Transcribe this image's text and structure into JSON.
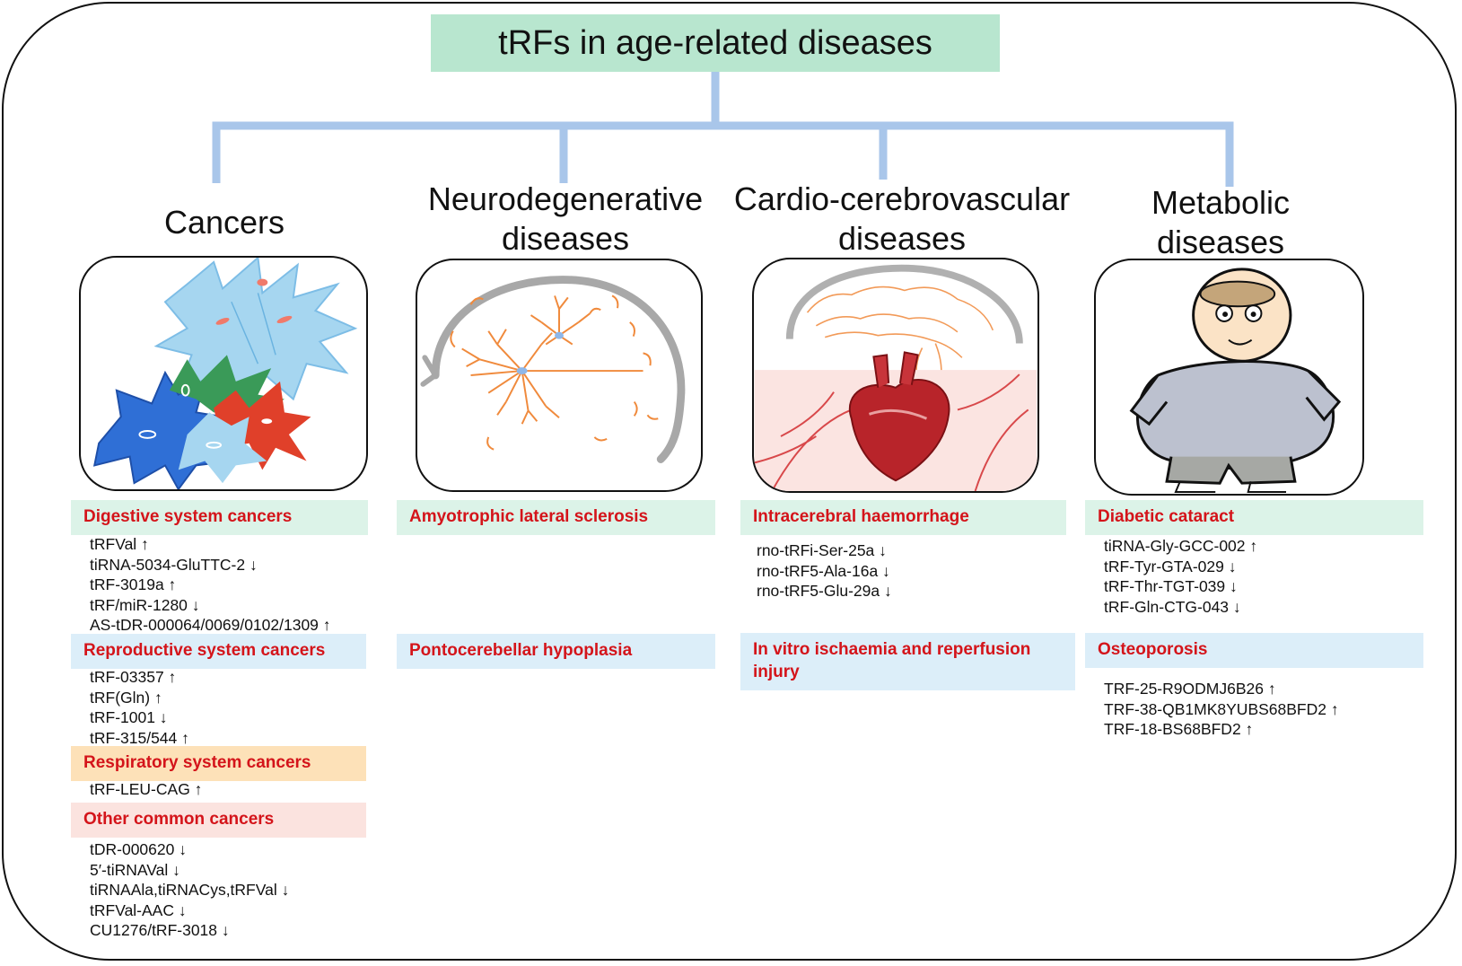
{
  "title": "tRFs in age-related diseases",
  "colors": {
    "connector": "#a9c6ea",
    "title_bg": "#b8e6cf",
    "heading_red": "#d4141a"
  },
  "categories": [
    {
      "title_lines": [
        "Cancers"
      ],
      "image": "cancer-cells-illustration",
      "groups": [
        {
          "heading": "Digestive system cancers",
          "style": "green",
          "items": [
            "tRFVal ↑",
            "tiRNA-5034-GluTTC-2 ↓",
            "tRF-3019a ↑",
            "tRF/miR-1280 ↓",
            "AS-tDR-000064/0069/0102/1309 ↑"
          ]
        },
        {
          "heading": "Reproductive system cancers",
          "style": "blue",
          "items": [
            "tRF-03357 ↑",
            "tRF(Gln) ↑",
            "tRF-1001 ↓",
            "tRF-315/544 ↑"
          ]
        },
        {
          "heading": "Respiratory system cancers",
          "style": "orange",
          "items": [
            "tRF-LEU-CAG ↑"
          ]
        },
        {
          "heading": "Other common cancers",
          "style": "pink",
          "items": [
            "tDR-000620 ↓",
            "5′-tiRNAVal ↓",
            "tiRNAAla,tiRNACys,tRFVal ↓",
            "tRFVal-AAC ↓",
            "CU1276/tRF-3018 ↓"
          ]
        }
      ]
    },
    {
      "title_lines": [
        "Neurodegenerative",
        "diseases"
      ],
      "image": "brain-neuron-illustration",
      "groups": [
        {
          "heading": "Amyotrophic lateral sclerosis",
          "style": "green",
          "items": []
        },
        {
          "heading": "Pontocerebellar hypoplasia",
          "style": "blue",
          "items": []
        }
      ]
    },
    {
      "title_lines": [
        "Cardio-cerebrovascular",
        "diseases"
      ],
      "image": "brain-heart-illustration",
      "groups": [
        {
          "heading": "Intracerebral haemorrhage",
          "style": "green",
          "items": [
            "rno-tRFi-Ser-25a ↓",
            "rno-tRF5-Ala-16a ↓",
            "rno-tRF5-Glu-29a ↓"
          ]
        },
        {
          "heading_lines": [
            "In vitro ischaemia and reperfusion",
            "injury"
          ],
          "style": "blue",
          "items": []
        }
      ]
    },
    {
      "title_lines": [
        "Metabolic",
        "diseases"
      ],
      "image": "obese-man-illustration",
      "groups": [
        {
          "heading": "Diabetic cataract",
          "style": "green",
          "items": [
            "tiRNA-Gly-GCC-002 ↑",
            "tRF-Tyr-GTA-029 ↓",
            "tRF-Thr-TGT-039 ↓",
            "tRF-Gln-CTG-043 ↓"
          ]
        },
        {
          "heading": "Osteoporosis",
          "style": "blue",
          "items": [
            "TRF-25-R9ODMJ6B26 ↑",
            "TRF-38-QB1MK8YUBS68BFD2 ↑",
            "TRF-18-BS68BFD2 ↑"
          ]
        }
      ]
    }
  ]
}
